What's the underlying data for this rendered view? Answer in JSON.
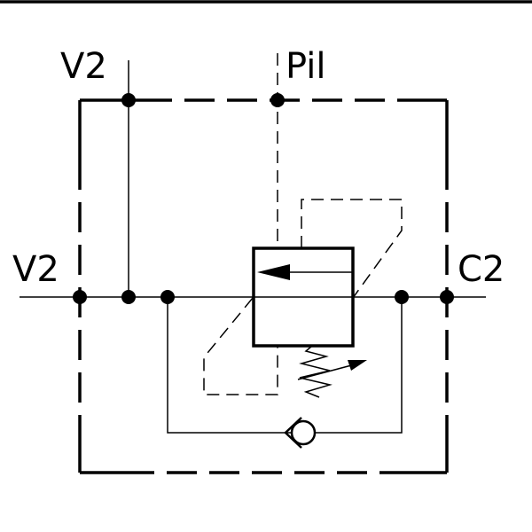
{
  "labels": {
    "top_left_port": "V2",
    "top_pilot_port": "Pil",
    "left_port": "V2",
    "right_port": "C2"
  },
  "colors": {
    "line": "#000000",
    "background": "#ffffff"
  }
}
